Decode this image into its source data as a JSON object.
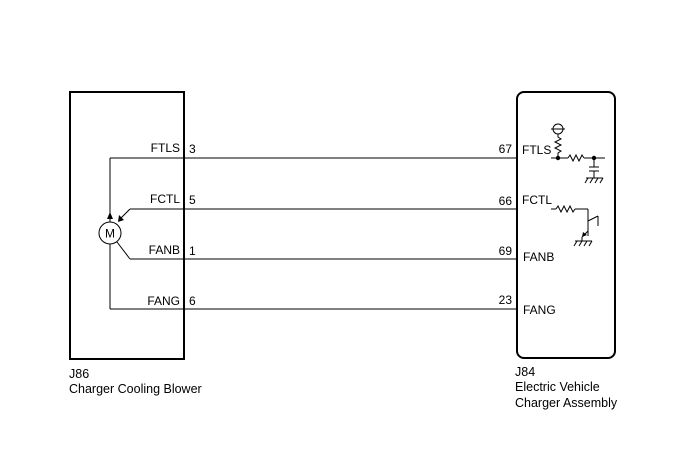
{
  "left_connector": {
    "code": "J86",
    "name": "Charger Cooling Blower",
    "motor_symbol": "M"
  },
  "right_connector": {
    "code": "J84",
    "name_line1": "Electric Vehicle",
    "name_line2": "Charger Assembly"
  },
  "wires": [
    {
      "left_label": "FTLS",
      "left_pin": "3",
      "right_pin": "67",
      "right_label": "FTLS"
    },
    {
      "left_label": "FCTL",
      "left_pin": "5",
      "right_pin": "66",
      "right_label": "FCTL"
    },
    {
      "left_label": "FANB",
      "left_pin": "1",
      "right_pin": "69",
      "right_label": "FANB"
    },
    {
      "left_label": "FANG",
      "left_pin": "6",
      "right_pin": "23",
      "right_label": "FANG"
    }
  ]
}
